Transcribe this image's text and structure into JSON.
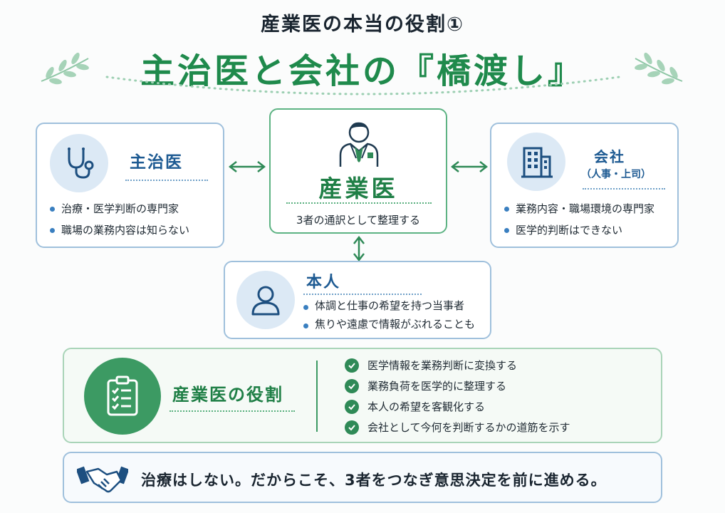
{
  "header": {
    "subtitle": "産業医の本当の役割①",
    "title": "主治医と会社の『橋渡し』"
  },
  "doctor_card": {
    "title": "主治医",
    "icon": "stethoscope-icon",
    "bullets": [
      "治療・医学判断の専門家",
      "職場の業務内容は知らない"
    ]
  },
  "center_card": {
    "title": "産業医",
    "icon": "doctor-person-icon",
    "desc": "3者の通訳として整理する"
  },
  "company_card": {
    "title": "会社",
    "subtitle": "（人事・上司）",
    "icon": "building-icon",
    "bullets": [
      "業務内容・職場環境の専門家",
      "医学的判断はできない"
    ]
  },
  "person_card": {
    "title": "本人",
    "icon": "person-icon",
    "bullets": [
      "体調と仕事の希望を持つ当事者",
      "焦りや遠慮で情報がぶれることも"
    ]
  },
  "role_card": {
    "title": "産業医の役割",
    "icon": "clipboard-checklist-icon",
    "items": [
      "医学情報を業務判断に変換する",
      "業務負荷を医学的に整理する",
      "本人の希望を客観化する",
      "会社として今何を判断するかの道筋を示す"
    ]
  },
  "bottom_banner": {
    "icon": "handshake-icon",
    "text": "治療はしない。だからこそ、3者をつなぎ意思決定を前に進める。"
  },
  "colors": {
    "accent_green": "#1f8a4c",
    "accent_blue": "#1d5a92",
    "border_blue": "#9fc0dc",
    "border_green": "#5db383"
  }
}
